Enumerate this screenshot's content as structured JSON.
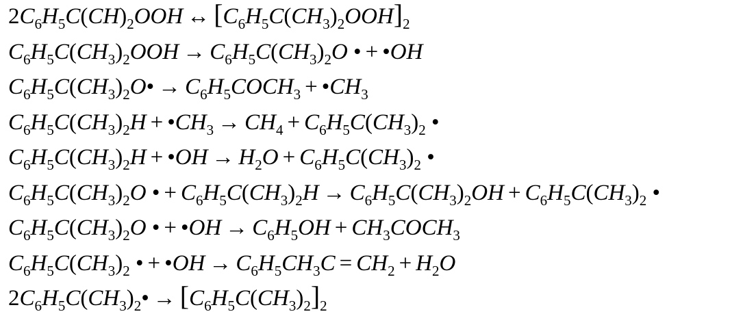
{
  "equations": [
    [
      [
        "n",
        "2"
      ],
      [
        "i",
        "C"
      ],
      [
        "s",
        "6"
      ],
      [
        "i",
        "H"
      ],
      [
        "s",
        "5"
      ],
      [
        "i",
        "C"
      ],
      [
        "p",
        "("
      ],
      [
        "i",
        "CH"
      ],
      [
        "p",
        ")"
      ],
      [
        "s",
        "2"
      ],
      [
        "i",
        "OOH"
      ],
      [
        "o",
        "↔"
      ],
      [
        "b",
        "["
      ],
      [
        "i",
        "C"
      ],
      [
        "s",
        "6"
      ],
      [
        "i",
        "H"
      ],
      [
        "s",
        "5"
      ],
      [
        "i",
        "C"
      ],
      [
        "p",
        "("
      ],
      [
        "i",
        "CH"
      ],
      [
        "s",
        "3"
      ],
      [
        "p",
        ")"
      ],
      [
        "s",
        "2"
      ],
      [
        "i",
        "OOH"
      ],
      [
        "b",
        "]"
      ],
      [
        "s",
        "2"
      ]
    ],
    [
      [
        "i",
        "C"
      ],
      [
        "s",
        "6"
      ],
      [
        "i",
        "H"
      ],
      [
        "s",
        "5"
      ],
      [
        "i",
        "C"
      ],
      [
        "p",
        "("
      ],
      [
        "i",
        "CH"
      ],
      [
        "s",
        "3"
      ],
      [
        "p",
        ")"
      ],
      [
        "s",
        "2"
      ],
      [
        "i",
        "OOH"
      ],
      [
        "o",
        "→"
      ],
      [
        "i",
        "C"
      ],
      [
        "s",
        "6"
      ],
      [
        "i",
        "H"
      ],
      [
        "s",
        "5"
      ],
      [
        "i",
        "C"
      ],
      [
        "p",
        "("
      ],
      [
        "i",
        "CH"
      ],
      [
        "s",
        "3"
      ],
      [
        "p",
        ")"
      ],
      [
        "s",
        "2"
      ],
      [
        "i",
        "O"
      ],
      [
        "p",
        " •"
      ],
      [
        "o",
        "+"
      ],
      [
        "p",
        "•"
      ],
      [
        "i",
        "OH"
      ]
    ],
    [
      [
        "i",
        "C"
      ],
      [
        "s",
        "6"
      ],
      [
        "i",
        "H"
      ],
      [
        "s",
        "5"
      ],
      [
        "i",
        "C"
      ],
      [
        "p",
        "("
      ],
      [
        "i",
        "CH"
      ],
      [
        "s",
        "3"
      ],
      [
        "p",
        ")"
      ],
      [
        "s",
        "2"
      ],
      [
        "i",
        "O"
      ],
      [
        "p",
        "•"
      ],
      [
        "o",
        "→"
      ],
      [
        "i",
        "C"
      ],
      [
        "s",
        "6"
      ],
      [
        "i",
        "H"
      ],
      [
        "s",
        "5"
      ],
      [
        "i",
        "COCH"
      ],
      [
        "s",
        "3"
      ],
      [
        "o",
        "+"
      ],
      [
        "p",
        "•"
      ],
      [
        "i",
        "CH"
      ],
      [
        "s",
        "3"
      ]
    ],
    [
      [
        "i",
        "C"
      ],
      [
        "s",
        "6"
      ],
      [
        "i",
        "H"
      ],
      [
        "s",
        "5"
      ],
      [
        "i",
        "C"
      ],
      [
        "p",
        "("
      ],
      [
        "i",
        "CH"
      ],
      [
        "s",
        "3"
      ],
      [
        "p",
        ")"
      ],
      [
        "s",
        "2"
      ],
      [
        "i",
        "H"
      ],
      [
        "o",
        "+"
      ],
      [
        "p",
        "•"
      ],
      [
        "i",
        "CH"
      ],
      [
        "s",
        "3"
      ],
      [
        "o",
        "→"
      ],
      [
        "i",
        "CH"
      ],
      [
        "s",
        "4"
      ],
      [
        "o",
        "+"
      ],
      [
        "i",
        "C"
      ],
      [
        "s",
        "6"
      ],
      [
        "i",
        "H"
      ],
      [
        "s",
        "5"
      ],
      [
        "i",
        "C"
      ],
      [
        "p",
        "("
      ],
      [
        "i",
        "CH"
      ],
      [
        "s",
        "3"
      ],
      [
        "p",
        ")"
      ],
      [
        "s",
        "2"
      ],
      [
        "p",
        " •"
      ]
    ],
    [
      [
        "i",
        "C"
      ],
      [
        "s",
        "6"
      ],
      [
        "i",
        "H"
      ],
      [
        "s",
        "5"
      ],
      [
        "i",
        "C"
      ],
      [
        "p",
        "("
      ],
      [
        "i",
        "CH"
      ],
      [
        "s",
        "3"
      ],
      [
        "p",
        ")"
      ],
      [
        "s",
        "2"
      ],
      [
        "i",
        "H"
      ],
      [
        "o",
        "+"
      ],
      [
        "p",
        "•"
      ],
      [
        "i",
        "OH"
      ],
      [
        "o",
        "→"
      ],
      [
        "i",
        "H"
      ],
      [
        "s",
        "2"
      ],
      [
        "i",
        "O"
      ],
      [
        "o",
        "+"
      ],
      [
        "i",
        "C"
      ],
      [
        "s",
        "6"
      ],
      [
        "i",
        "H"
      ],
      [
        "s",
        "5"
      ],
      [
        "i",
        "C"
      ],
      [
        "p",
        "("
      ],
      [
        "i",
        "CH"
      ],
      [
        "s",
        "3"
      ],
      [
        "p",
        ")"
      ],
      [
        "s",
        "2"
      ],
      [
        "p",
        " •"
      ]
    ],
    [
      [
        "i",
        "C"
      ],
      [
        "s",
        "6"
      ],
      [
        "i",
        "H"
      ],
      [
        "s",
        "5"
      ],
      [
        "i",
        "C"
      ],
      [
        "p",
        "("
      ],
      [
        "i",
        "CH"
      ],
      [
        "s",
        "3"
      ],
      [
        "p",
        ")"
      ],
      [
        "s",
        "2"
      ],
      [
        "i",
        "O"
      ],
      [
        "p",
        " •"
      ],
      [
        "o",
        "+"
      ],
      [
        "i",
        "C"
      ],
      [
        "s",
        "6"
      ],
      [
        "i",
        "H"
      ],
      [
        "s",
        "5"
      ],
      [
        "i",
        "C"
      ],
      [
        "p",
        "("
      ],
      [
        "i",
        "CH"
      ],
      [
        "s",
        "3"
      ],
      [
        "p",
        ")"
      ],
      [
        "s",
        "2"
      ],
      [
        "i",
        "H"
      ],
      [
        "o",
        "→"
      ],
      [
        "i",
        "C"
      ],
      [
        "s",
        "6"
      ],
      [
        "i",
        "H"
      ],
      [
        "s",
        "5"
      ],
      [
        "i",
        "C"
      ],
      [
        "p",
        "("
      ],
      [
        "i",
        "CH"
      ],
      [
        "s",
        "3"
      ],
      [
        "p",
        ")"
      ],
      [
        "s",
        "2"
      ],
      [
        "i",
        "OH"
      ],
      [
        "o",
        "+"
      ],
      [
        "i",
        "C"
      ],
      [
        "s",
        "6"
      ],
      [
        "i",
        "H"
      ],
      [
        "s",
        "5"
      ],
      [
        "i",
        "C"
      ],
      [
        "p",
        "("
      ],
      [
        "i",
        "CH"
      ],
      [
        "s",
        "3"
      ],
      [
        "p",
        ")"
      ],
      [
        "s",
        "2"
      ],
      [
        "p",
        " •"
      ]
    ],
    [
      [
        "i",
        "C"
      ],
      [
        "s",
        "6"
      ],
      [
        "i",
        "H"
      ],
      [
        "s",
        "5"
      ],
      [
        "i",
        "C"
      ],
      [
        "p",
        "("
      ],
      [
        "i",
        "CH"
      ],
      [
        "s",
        "3"
      ],
      [
        "p",
        ")"
      ],
      [
        "s",
        "2"
      ],
      [
        "i",
        "O"
      ],
      [
        "p",
        " •"
      ],
      [
        "o",
        "+"
      ],
      [
        "p",
        "•"
      ],
      [
        "i",
        "OH"
      ],
      [
        "o",
        "→"
      ],
      [
        "i",
        "C"
      ],
      [
        "s",
        "6"
      ],
      [
        "i",
        "H"
      ],
      [
        "s",
        "5"
      ],
      [
        "i",
        "OH"
      ],
      [
        "o",
        "+"
      ],
      [
        "i",
        "CH"
      ],
      [
        "s",
        "3"
      ],
      [
        "i",
        "COCH"
      ],
      [
        "s",
        "3"
      ]
    ],
    [
      [
        "i",
        "C"
      ],
      [
        "s",
        "6"
      ],
      [
        "i",
        "H"
      ],
      [
        "s",
        "5"
      ],
      [
        "i",
        "C"
      ],
      [
        "p",
        "("
      ],
      [
        "i",
        "CH"
      ],
      [
        "s",
        "3"
      ],
      [
        "p",
        ")"
      ],
      [
        "s",
        "2"
      ],
      [
        "p",
        " •"
      ],
      [
        "o",
        "+"
      ],
      [
        "p",
        "•"
      ],
      [
        "i",
        "OH"
      ],
      [
        "o",
        "→"
      ],
      [
        "i",
        "C"
      ],
      [
        "s",
        "6"
      ],
      [
        "i",
        "H"
      ],
      [
        "s",
        "5"
      ],
      [
        "i",
        "CH"
      ],
      [
        "s",
        "3"
      ],
      [
        "i",
        "C"
      ],
      [
        "o",
        "="
      ],
      [
        "i",
        "CH"
      ],
      [
        "s",
        "2"
      ],
      [
        "o",
        "+"
      ],
      [
        "i",
        "H"
      ],
      [
        "s",
        "2"
      ],
      [
        "i",
        "O"
      ]
    ],
    [
      [
        "n",
        "2"
      ],
      [
        "i",
        "C"
      ],
      [
        "s",
        "6"
      ],
      [
        "i",
        "H"
      ],
      [
        "s",
        "5"
      ],
      [
        "i",
        "C"
      ],
      [
        "p",
        "("
      ],
      [
        "i",
        "CH"
      ],
      [
        "s",
        "3"
      ],
      [
        "p",
        ")"
      ],
      [
        "s",
        "2"
      ],
      [
        "p",
        "•"
      ],
      [
        "o",
        "→"
      ],
      [
        "b",
        "["
      ],
      [
        "i",
        "C"
      ],
      [
        "s",
        "6"
      ],
      [
        "i",
        "H"
      ],
      [
        "s",
        "5"
      ],
      [
        "i",
        "C"
      ],
      [
        "p",
        "("
      ],
      [
        "i",
        "CH"
      ],
      [
        "s",
        "3"
      ],
      [
        "p",
        ")"
      ],
      [
        "s",
        "2"
      ],
      [
        "b",
        "]"
      ],
      [
        "s",
        "2"
      ]
    ]
  ]
}
